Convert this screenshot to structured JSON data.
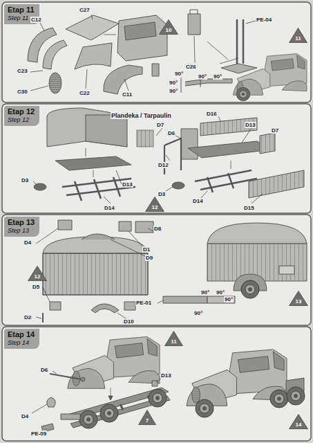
{
  "diagram": {
    "nodes": [
      {
        "text": [
          "Etap 11",
          "Step 11"
        ]
      },
      {
        "text": [
          "10"
        ]
      },
      {
        "text": [
          "11"
        ]
      },
      {
        "text": [
          "Etap 12",
          "Step 12"
        ]
      },
      {
        "text": [
          "12"
        ]
      },
      {
        "text": [
          "Etap 13",
          "Step 13"
        ]
      },
      {
        "text": [
          "12"
        ]
      },
      {
        "text": [
          "13"
        ]
      },
      {
        "text": [
          "Etap 14",
          "Step 14"
        ]
      },
      {
        "text": [
          "11"
        ]
      },
      {
        "text": [
          "7"
        ]
      },
      {
        "text": [
          "14"
        ]
      }
    ],
    "labels": [
      "C27",
      "C12",
      "PE-04",
      "C26",
      "C23",
      "90°",
      "90°",
      "90°",
      "90°",
      "90°",
      "C30",
      "C22",
      "C11",
      "Plandeka / Tarpaulin",
      "D16",
      "D7",
      "D13",
      "D7",
      "D6",
      "D12",
      "D3",
      "D13",
      "D3",
      "D14",
      "D14",
      "D15",
      "D8",
      "D4",
      "D1",
      "D9",
      "D5",
      "90°",
      "90°",
      "90°",
      "PE-01",
      "90°",
      "D2",
      "D10",
      "D6",
      "D13",
      "D4",
      "PE-09"
    ]
  }
}
